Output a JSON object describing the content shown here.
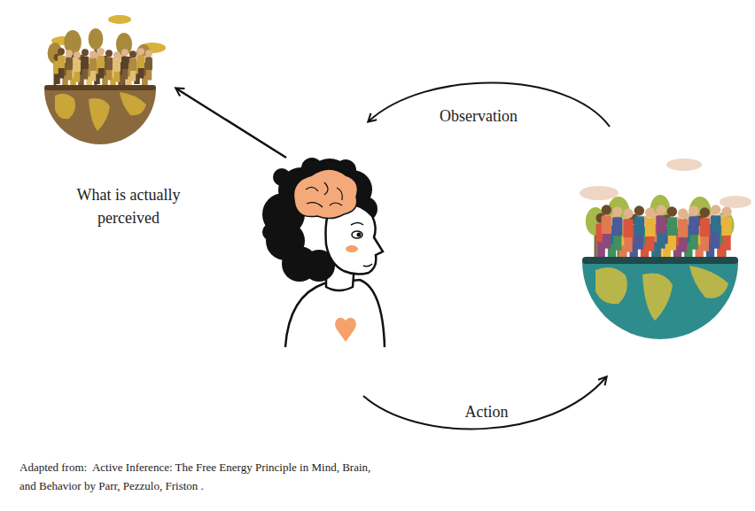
{
  "diagram": {
    "caption": "Adapted from:  Active Inference: The Free Energy Principle in Mind, Brain, and Behavior by Parr, Pezzulo, Friston .",
    "labels": [
      "What is actually perceived",
      "Observation",
      "Action"
    ]
  }
}
